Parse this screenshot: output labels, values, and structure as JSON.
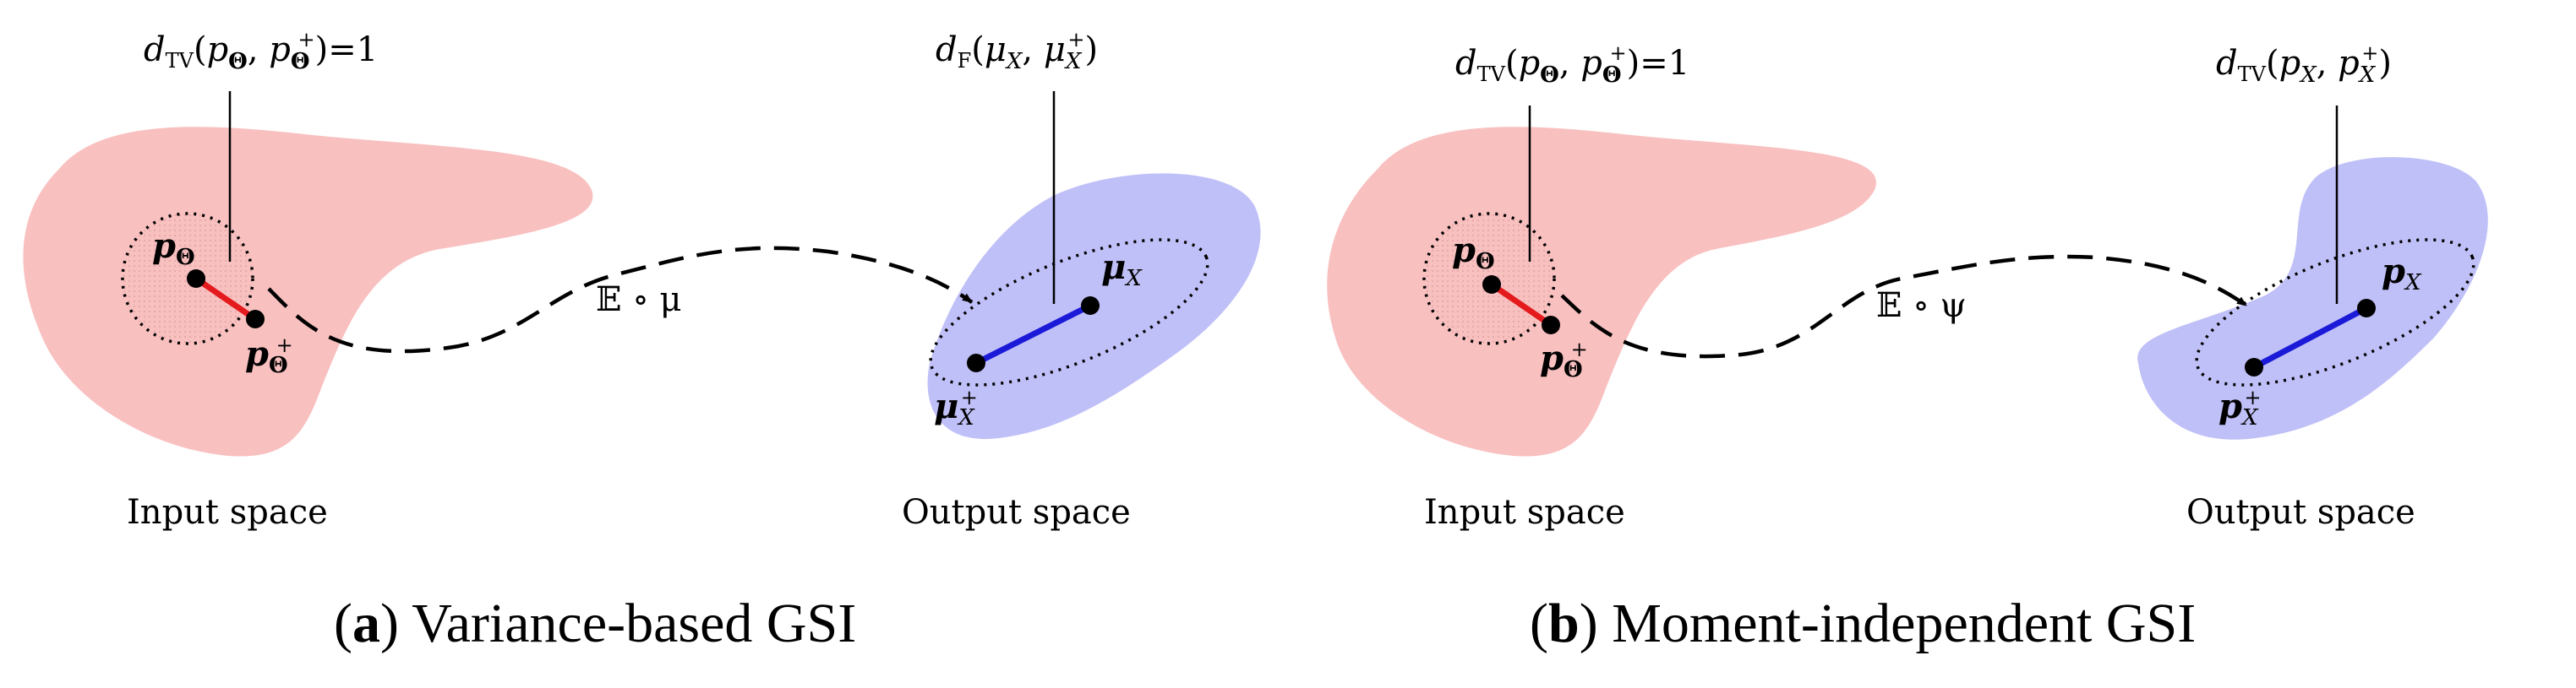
{
  "colors": {
    "input_region": "#f9c0c0",
    "output_region": "#c0c0f8",
    "red_segment": "#e41a1c",
    "blue_segment": "#1a1ad8",
    "stroke": "#000000"
  },
  "panel_a": {
    "caption_letter": "a",
    "caption_text": "Variance-based GSI",
    "input_label": "Input space",
    "output_label": "Output space",
    "input_top": "d_TV(p_Θ, p_Θ^+) = 1",
    "output_top": "d_F(μ_X, μ_X^+)",
    "map_label": "𝔼 ∘ μ",
    "point1": "p_Θ",
    "point2": "p_Θ^+",
    "out1": "μ_X",
    "out2": "μ_X^+"
  },
  "panel_b": {
    "caption_letter": "b",
    "caption_text": "Moment-independent GSI",
    "input_label": "Input space",
    "output_label": "Output space",
    "input_top": "d_TV(p_Θ, p_Θ^+) = 1",
    "output_top": "d_TV(p_X, p_X^+)",
    "map_label": "𝔼 ∘ ψ",
    "point1": "p_Θ",
    "point2": "p_Θ^+",
    "out1": "p_X",
    "out2": "p_X^+"
  }
}
